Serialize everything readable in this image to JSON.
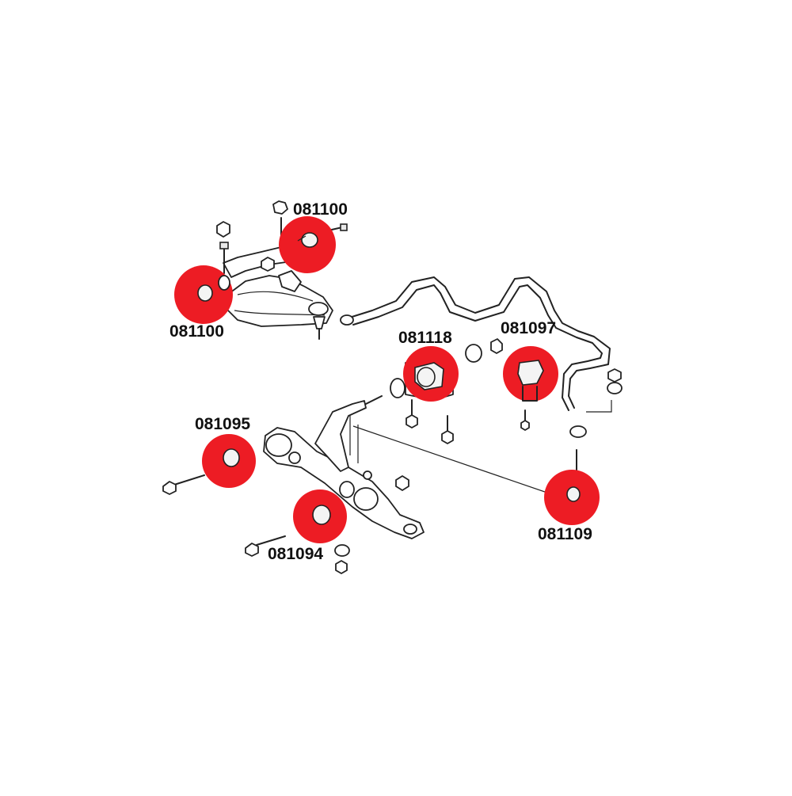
{
  "accent_color": "#ed1c24",
  "line_color": "#222222",
  "parts": {
    "upper_arm_rear": {
      "number": "081100"
    },
    "upper_arm_front": {
      "number": "081100"
    },
    "compliance_bushing": {
      "number": "081118"
    },
    "sway_bar_bushing": {
      "number": "081097"
    },
    "lower_arm_front": {
      "number": "081095"
    },
    "lower_arm_rear": {
      "number": "081094"
    },
    "end_link": {
      "number": "081109"
    }
  }
}
